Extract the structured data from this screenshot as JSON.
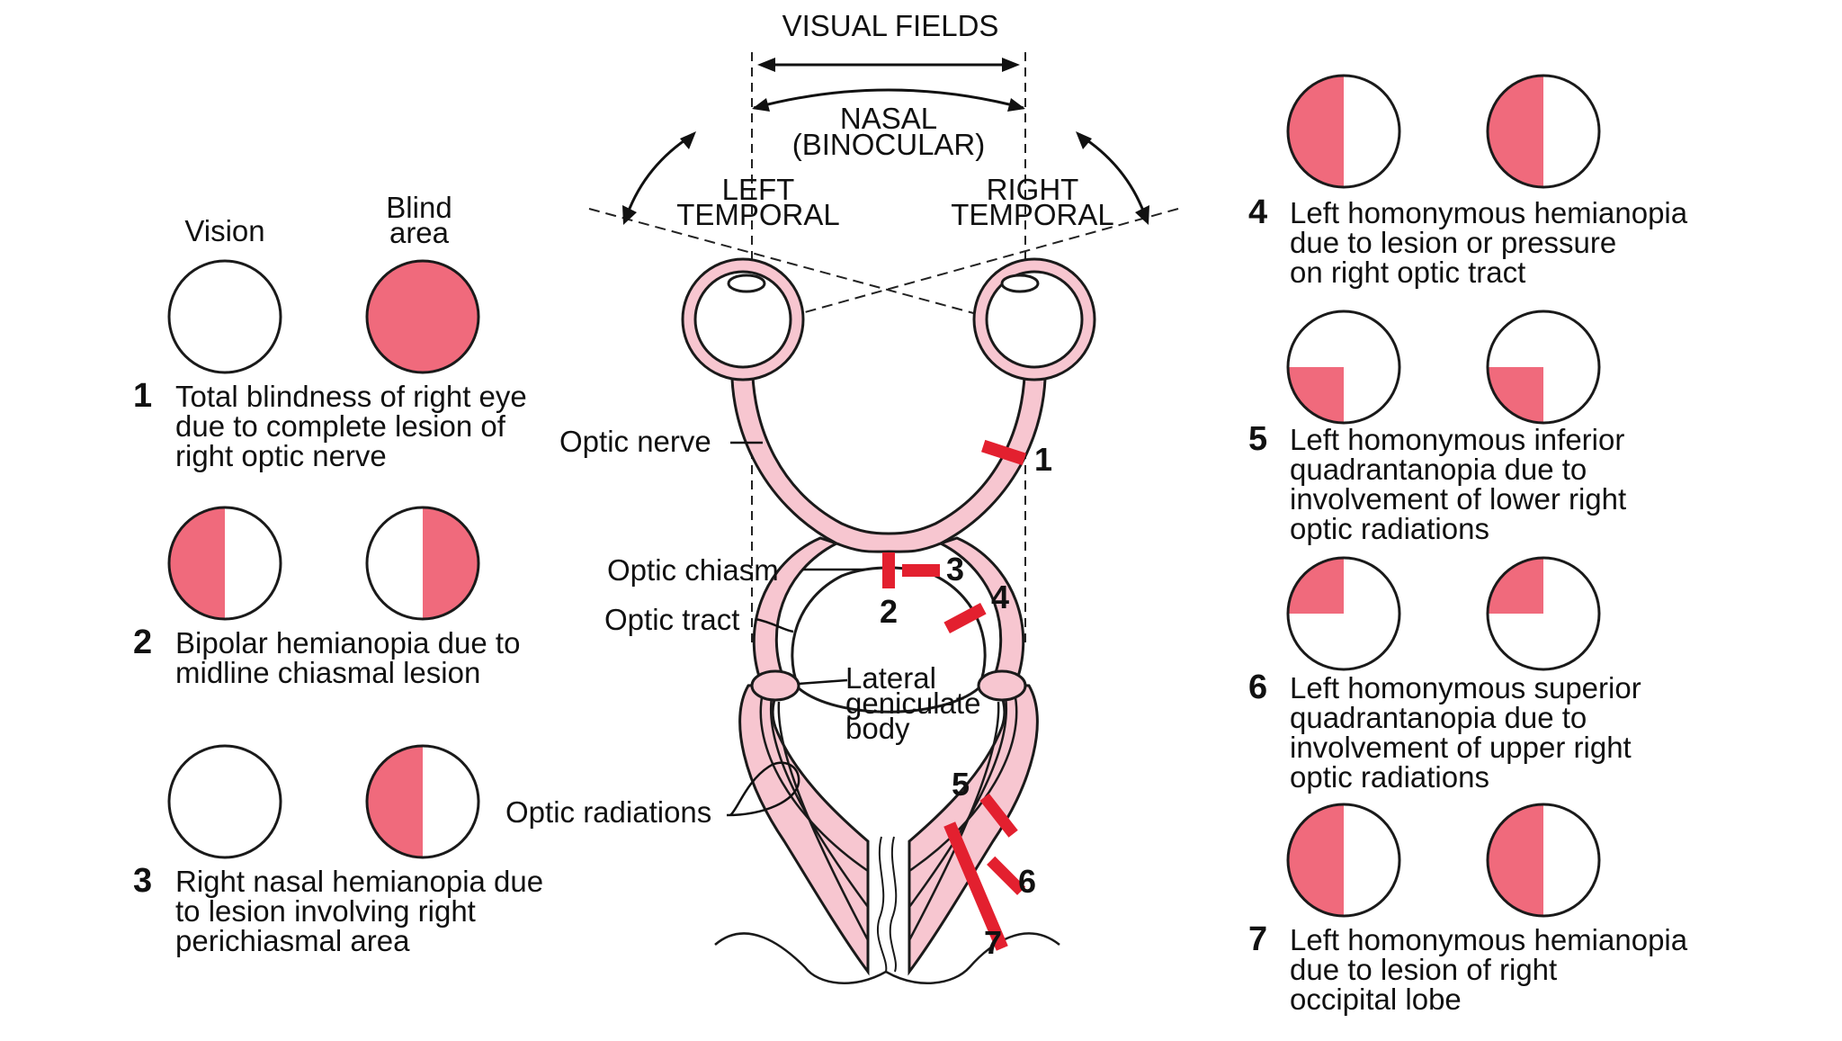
{
  "colors": {
    "field": "#f06a7c",
    "lesion": "#e3202f",
    "tissue": "#f7c6d0",
    "outline": "#1a1a1a"
  },
  "header": {
    "visual_fields": "VISUAL FIELDS",
    "nasal": "NASAL",
    "binocular": "(BINOCULAR)",
    "left": "LEFT",
    "left_temporal": "TEMPORAL",
    "right": "RIGHT",
    "right_temporal": "TEMPORAL"
  },
  "legend": {
    "vision": "Vision",
    "blind_line1": "Blind",
    "blind_line2": "area"
  },
  "anatomy": {
    "optic_nerve": "Optic nerve",
    "optic_chiasm": "Optic chiasm",
    "optic_tract": "Optic tract",
    "lgb_line1": "Lateral",
    "lgb_line2": "geniculate",
    "lgb_line3": "body",
    "optic_radiations": "Optic radiations"
  },
  "lesion_markers": [
    "1",
    "2",
    "3",
    "4",
    "5",
    "6",
    "7"
  ],
  "cases": [
    {
      "number": "1",
      "lines": [
        "Total blindness of right eye",
        "due to complete lesion of",
        "right optic nerve"
      ],
      "left_eye": "none",
      "right_eye": "full"
    },
    {
      "number": "2",
      "lines": [
        "Bipolar hemianopia due to",
        "midline chiasmal lesion"
      ],
      "left_eye": "left-half",
      "right_eye": "right-half"
    },
    {
      "number": "3",
      "lines": [
        "Right nasal hemianopia due",
        "to lesion involving right",
        "perichiasmal area"
      ],
      "left_eye": "none",
      "right_eye": "left-half"
    },
    {
      "number": "4",
      "lines": [
        "Left homonymous hemianopia",
        "due to lesion or pressure",
        "on right optic tract"
      ],
      "left_eye": "left-half",
      "right_eye": "left-half"
    },
    {
      "number": "5",
      "lines": [
        "Left homonymous inferior",
        "quadrantanopia due to",
        "involvement of lower right",
        "optic radiations"
      ],
      "left_eye": "lower-left-quadrant",
      "right_eye": "lower-left-quadrant"
    },
    {
      "number": "6",
      "lines": [
        "Left homonymous superior",
        "quadrantanopia due to",
        "involvement of upper right",
        "optic radiations"
      ],
      "left_eye": "upper-left-quadrant",
      "right_eye": "upper-left-quadrant"
    },
    {
      "number": "7",
      "lines": [
        "Left homonymous hemianopia",
        "due to lesion of right",
        "occipital lobe"
      ],
      "left_eye": "left-half",
      "right_eye": "left-half"
    }
  ]
}
